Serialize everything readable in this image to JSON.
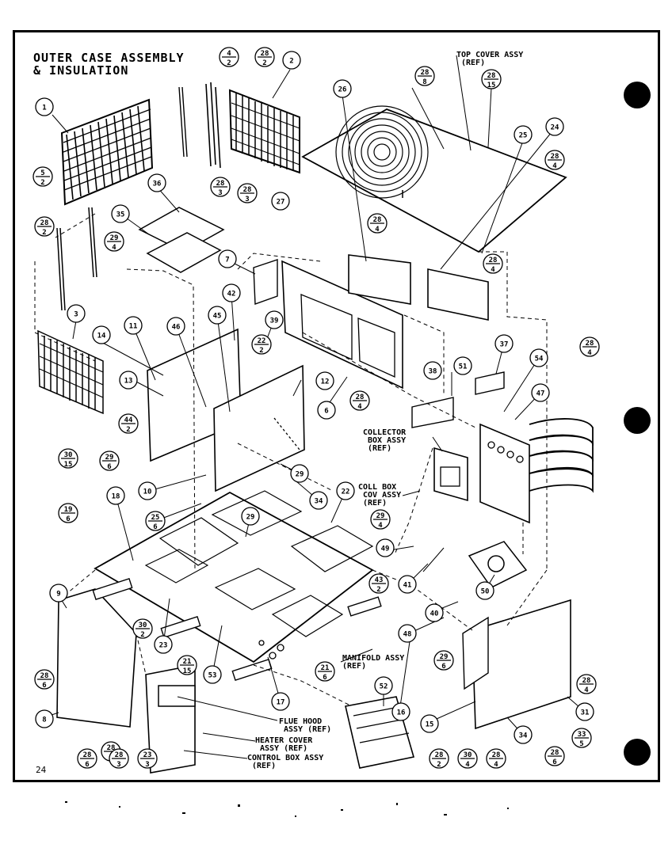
{
  "title": {
    "line1": "OUTER CASE ASSEMBLY",
    "line2": "& INSULATION"
  },
  "page_number": "24",
  "reference_callouts": [
    {
      "id": "top-cover",
      "line1": "TOP COVER ASSY",
      "line2": "(REF)"
    },
    {
      "id": "collector-box",
      "line1": "COLLECTOR",
      "line2": "BOX ASSY",
      "line3": "(REF)"
    },
    {
      "id": "coll-box-cov",
      "line1": "COLL BOX",
      "line2": "COV ASSY",
      "line3": "(REF)"
    },
    {
      "id": "manifold",
      "line1": "MANIFOLD ASSY",
      "line2": "(REF)"
    },
    {
      "id": "flue-hood",
      "line1": "FLUE HOOD",
      "line2": "ASSY (REF)"
    },
    {
      "id": "heater-cover",
      "line1": "HEATER COVER",
      "line2": "ASSY (REF)"
    },
    {
      "id": "control-box",
      "line1": "CONTROL BOX ASSY",
      "line2": "(REF)"
    }
  ],
  "part_numbers": [
    "1",
    "2",
    "3",
    "6",
    "7",
    "8",
    "9",
    "10",
    "11",
    "12",
    "13",
    "14",
    "15",
    "16",
    "17",
    "18",
    "22",
    "23",
    "24",
    "25",
    "26",
    "27",
    "29",
    "31",
    "34",
    "35",
    "36",
    "37",
    "38",
    "39",
    "40",
    "41",
    "42",
    "45",
    "46",
    "47",
    "48",
    "49",
    "50",
    "51",
    "52",
    "53",
    "54"
  ],
  "fraction_callouts": [
    {
      "top": "4",
      "bottom": "2"
    },
    {
      "top": "28",
      "bottom": "2"
    },
    {
      "top": "28",
      "bottom": "8"
    },
    {
      "top": "28",
      "bottom": "15"
    },
    {
      "top": "5",
      "bottom": "2"
    },
    {
      "top": "28",
      "bottom": "2"
    },
    {
      "top": "28",
      "bottom": "3"
    },
    {
      "top": "28",
      "bottom": "3"
    },
    {
      "top": "29",
      "bottom": "4"
    },
    {
      "top": "28",
      "bottom": "4"
    },
    {
      "top": "28",
      "bottom": "4"
    },
    {
      "top": "28",
      "bottom": "4"
    },
    {
      "top": "22",
      "bottom": "2"
    },
    {
      "top": "28",
      "bottom": "4"
    },
    {
      "top": "44",
      "bottom": "2"
    },
    {
      "top": "29",
      "bottom": "6"
    },
    {
      "top": "30",
      "bottom": "15"
    },
    {
      "top": "19",
      "bottom": "6"
    },
    {
      "top": "25",
      "bottom": "6"
    },
    {
      "top": "29",
      "bottom": "4"
    },
    {
      "top": "43",
      "bottom": "2"
    },
    {
      "top": "30",
      "bottom": "2"
    },
    {
      "top": "28",
      "bottom": "6"
    },
    {
      "top": "21",
      "bottom": "15"
    },
    {
      "top": "21",
      "bottom": "6"
    },
    {
      "top": "29",
      "bottom": "6"
    },
    {
      "top": "28",
      "bottom": "4"
    },
    {
      "top": "28",
      "bottom": "4"
    },
    {
      "top": "28",
      "bottom": "4"
    },
    {
      "top": "28",
      "bottom": "6"
    },
    {
      "top": "28",
      "bottom": "3"
    },
    {
      "top": "23",
      "bottom": "3"
    },
    {
      "top": "28",
      "bottom": "2"
    },
    {
      "top": "30",
      "bottom": "4"
    },
    {
      "top": "28",
      "bottom": "4"
    },
    {
      "top": "28",
      "bottom": "6"
    },
    {
      "top": "33",
      "bottom": "5"
    }
  ],
  "colors": {
    "ink": "#000000",
    "paper": "#ffffff"
  }
}
